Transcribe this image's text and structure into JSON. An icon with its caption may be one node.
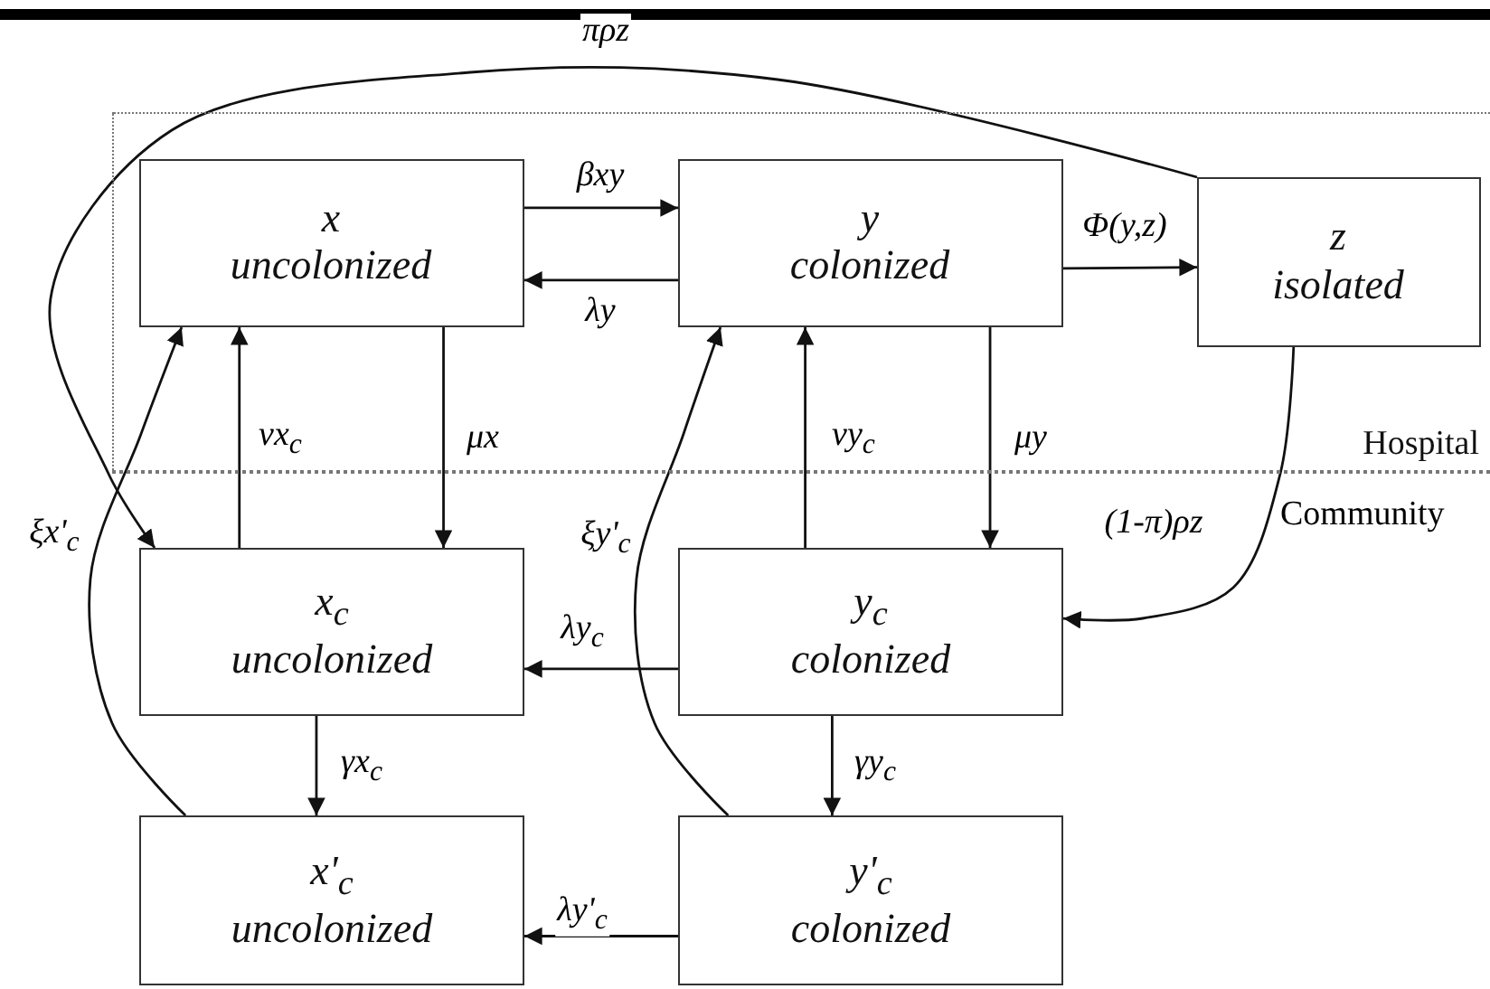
{
  "diagram": {
    "nodes": [
      {
        "text": [
          "Hospital"
        ]
      },
      {
        "text": [
          "x",
          "uncolonized"
        ],
        "in": 0
      },
      {
        "text": [
          "y",
          "colonized"
        ],
        "in": 0
      },
      {
        "text": [
          "z",
          "isolated"
        ],
        "in": 0
      },
      {
        "text": [
          "x$_{c}$",
          "uncolonized"
        ]
      },
      {
        "text": [
          "y$_{c}$",
          "colonized"
        ]
      },
      {
        "text": [
          "x'$_{c}$",
          "uncolonized"
        ]
      },
      {
        "text": [
          "y'$_{c}$",
          "colonized"
        ]
      }
    ],
    "edges": [
      {
        "from": 1,
        "to": 2,
        "arrow": "to",
        "label": "βxy"
      },
      {
        "from": 2,
        "to": 1,
        "arrow": "to",
        "label": "λy"
      },
      {
        "from": 2,
        "to": 3,
        "arrow": "to",
        "label": "Φ(y,z)"
      },
      {
        "from": 4,
        "to": 1,
        "arrow": "to",
        "label": "νx$_{c}$"
      },
      {
        "from": 1,
        "to": 4,
        "arrow": "to",
        "label": "μx"
      },
      {
        "from": 5,
        "to": 2,
        "arrow": "to",
        "label": "νy$_{c}$"
      },
      {
        "from": 2,
        "to": 5,
        "arrow": "to",
        "label": "μy"
      },
      {
        "from": 3,
        "to": 4,
        "arrow": "to",
        "label": "πρz"
      },
      {
        "from": 3,
        "to": 5,
        "arrow": "to",
        "label": "(1-π)ρz"
      },
      {
        "from": 5,
        "to": 4,
        "arrow": "to",
        "label": "λy$_{c}$"
      },
      {
        "from": 4,
        "to": 6,
        "arrow": "to",
        "label": "γx$_{c}$"
      },
      {
        "from": 5,
        "to": 7,
        "arrow": "to",
        "label": "γy$_{c}$"
      },
      {
        "from": 7,
        "to": 6,
        "arrow": "to",
        "label": "λy'$_{c}$"
      },
      {
        "from": 6,
        "to": 1,
        "arrow": "to",
        "label": "ξx'$_{c}$"
      },
      {
        "from": 7,
        "to": 2,
        "arrow": "to",
        "label": "ξy'$_{c}$"
      }
    ],
    "labels": [
      "Community"
    ]
  }
}
